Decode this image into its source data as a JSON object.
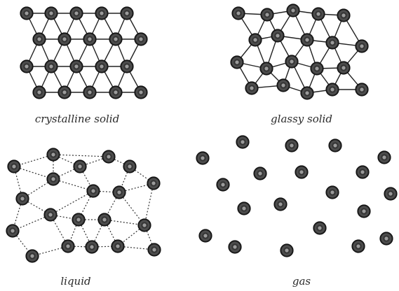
{
  "panels": {
    "crystalline": {
      "caption": "crystalline solid"
    },
    "glassy": {
      "caption": "glassy solid"
    },
    "liquid": {
      "caption": "liquid"
    },
    "gas": {
      "caption": "gas"
    }
  },
  "colors": {
    "atom_fill": "#3a3a3a",
    "atom_ring": "#111111",
    "atom_highlight": "#9a9a9a",
    "bond": "#222222",
    "caption_text": "#2a2a2a"
  },
  "icons": {
    "atom": "atom-icon",
    "bond": "bond-line"
  }
}
